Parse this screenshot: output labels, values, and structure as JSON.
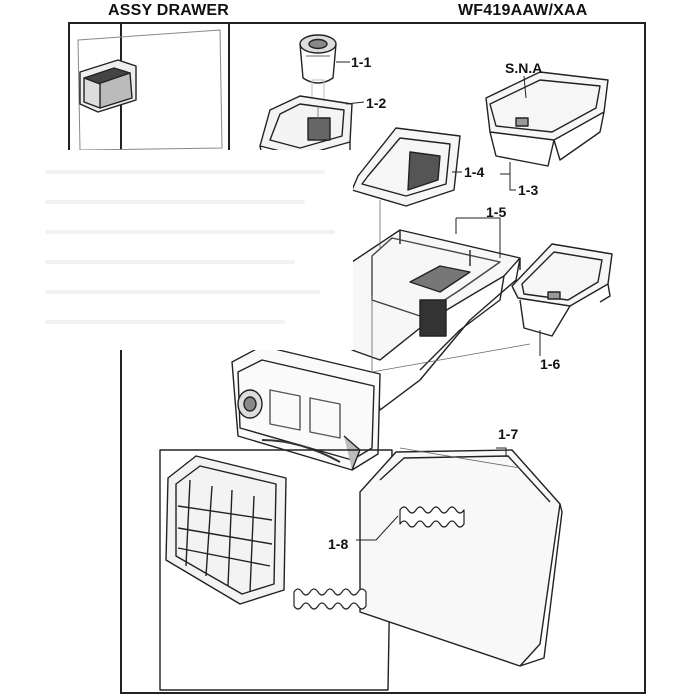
{
  "header": {
    "left_title": "ASSY DRAWER",
    "right_title": "WF419AAW/XAA"
  },
  "callouts": {
    "c11": "1-1",
    "c12": "1-2",
    "sna": "S.N.A",
    "c14": "1-4",
    "c13": "1-3",
    "c15": "1-5",
    "c16": "1-6",
    "c17": "1-7",
    "c18": "1-8"
  }
}
